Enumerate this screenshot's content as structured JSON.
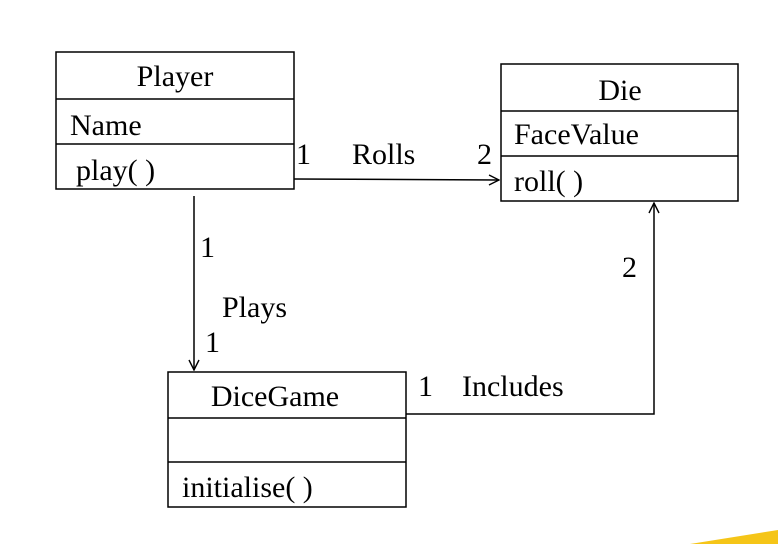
{
  "classes": {
    "player": {
      "name": "Player",
      "attributes": [
        "Name"
      ],
      "operations": [
        "play( )"
      ]
    },
    "die": {
      "name": "Die",
      "attributes": [
        "FaceValue"
      ],
      "operations": [
        "roll( )"
      ]
    },
    "dicegame": {
      "name": "DiceGame",
      "attributes": [
        ""
      ],
      "operations": [
        "initialise( )"
      ]
    }
  },
  "associations": {
    "rolls": {
      "label": "Rolls",
      "source_mult": "1",
      "target_mult": "2"
    },
    "plays": {
      "label": "Plays",
      "source_mult": "1",
      "target_mult": "1"
    },
    "includes": {
      "label": "Includes",
      "source_mult": "1",
      "target_mult": "2"
    }
  },
  "colors": {
    "line": "#000000",
    "background": "#ffffff",
    "accent": "#f5c518"
  }
}
